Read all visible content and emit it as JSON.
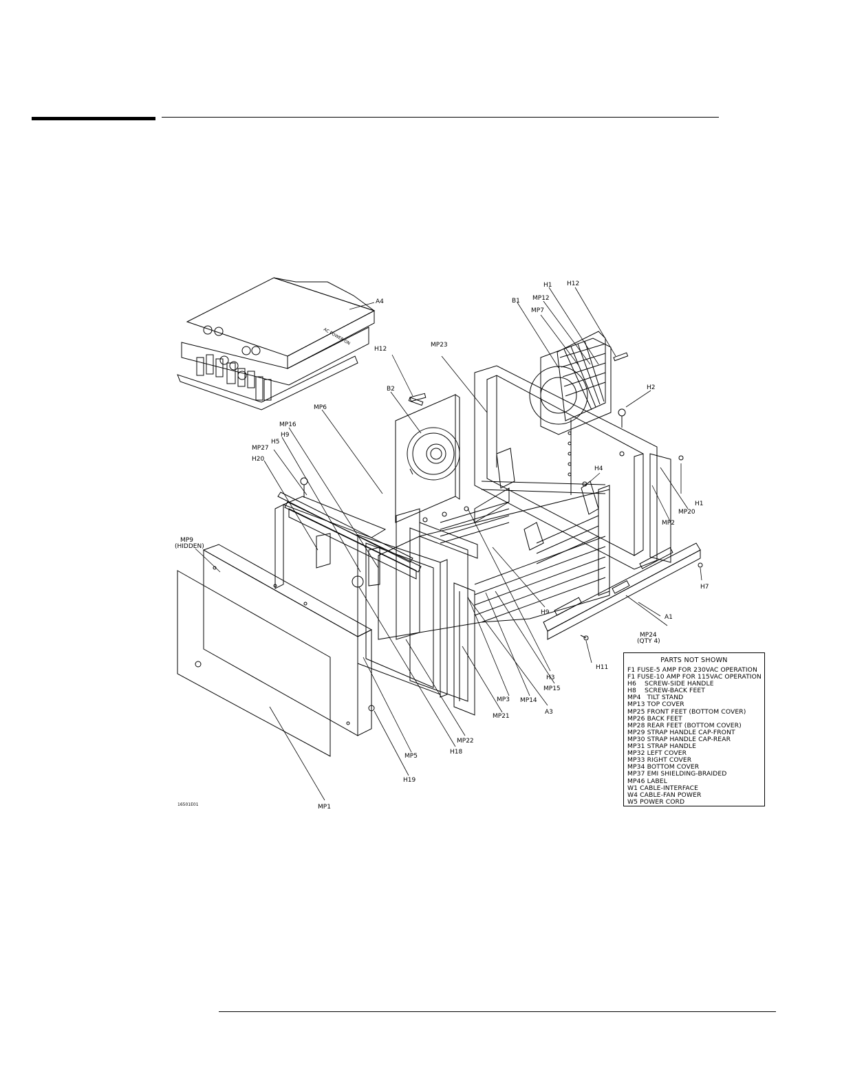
{
  "figure": {
    "id": "16501E01",
    "callouts": {
      "A4": "A4",
      "A1": "A1",
      "A3": "A3",
      "B1": "B1",
      "B2": "B2",
      "H1a": "H1",
      "H1b": "H1",
      "H2": "H2",
      "H3": "H3",
      "H4": "H4",
      "H5": "H5",
      "H7": "H7",
      "H9a": "H9",
      "H9b": "H9",
      "H11": "H11",
      "H12a": "H12",
      "H12b": "H12",
      "H18": "H18",
      "H19": "H19",
      "H20": "H20",
      "MP1": "MP1",
      "MP2": "MP2",
      "MP3": "MP3",
      "MP5": "MP5",
      "MP6": "MP6",
      "MP7": "MP7",
      "MP9": "MP9",
      "MP9note": "(HIDDEN)",
      "MP12": "MP12",
      "MP14": "MP14",
      "MP15": "MP15",
      "MP16": "MP16",
      "MP20": "MP20",
      "MP21": "MP21",
      "MP22": "MP22",
      "MP23": "MP23",
      "MP24": "MP24",
      "MP24note": "(QTY 4)",
      "MP27": "MP27"
    },
    "board_marking": "AC POWER ON"
  },
  "parts_not_shown": {
    "title": "PARTS NOT SHOWN",
    "items": [
      "F1 FUSE-5 AMP FOR 230VAC OPERATION",
      "F1 FUSE-10 AMP FOR 115VAC OPERATION",
      "H6    SCREW-SIDE HANDLE",
      "H8    SCREW-BACK FEET",
      "MP4   TILT STAND",
      "MP13 TOP COVER",
      "MP25 FRONT FEET (BOTTOM COVER)",
      "MP26 BACK FEET",
      "MP28 REAR FEET (BOTTOM COVER)",
      "MP29 STRAP HANDLE CAP-FRONT",
      "MP30 STRAP HANDLE CAP-REAR",
      "MP31 STRAP HANDLE",
      "MP32 LEFT COVER",
      "MP33 RIGHT COVER",
      "MP34 BOTTOM COVER",
      "MP37 EMI SHIELDING-BRAIDED",
      "MP46 LABEL",
      "W1 CABLE-INTERFACE",
      "W4 CABLE-FAN POWER",
      "W5 POWER CORD"
    ]
  }
}
